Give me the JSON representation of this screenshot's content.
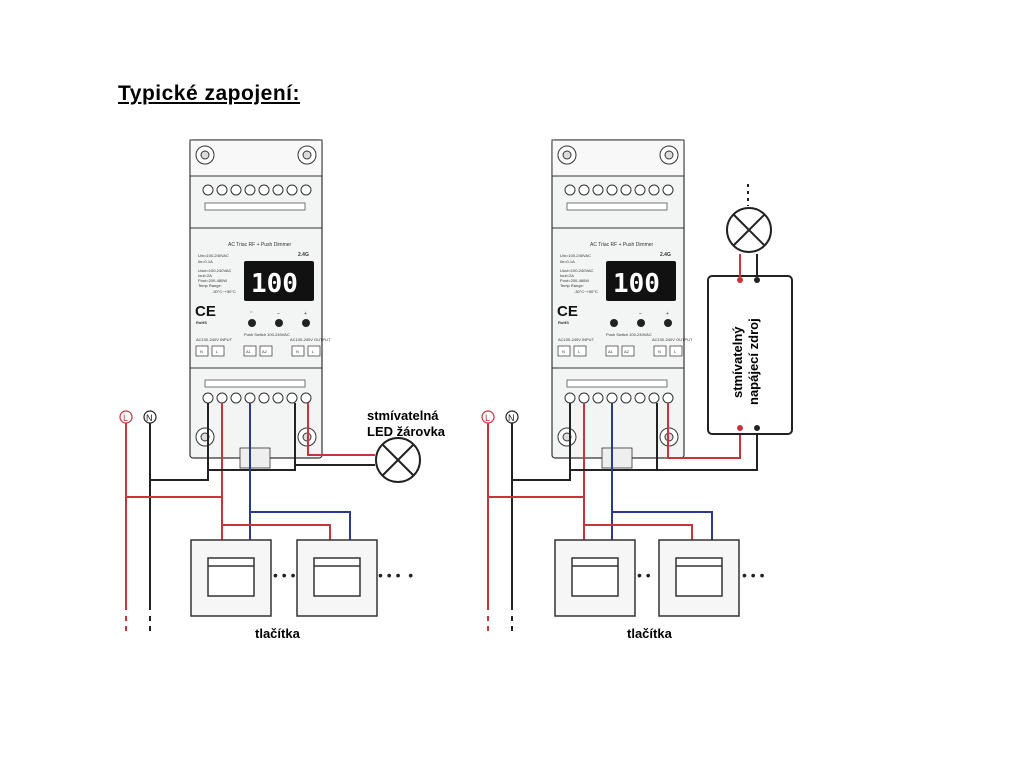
{
  "title": "Typické zapojení:",
  "device": {
    "header": "AC Triac RF + Push Dimmer",
    "rf_badge": "2.4G",
    "specs_1": "Uin=100-240VAC",
    "specs_2": "Iin=0.1A",
    "specs_3": "Uout=100-240VAC",
    "specs_4": "Iout=2A",
    "specs_5": "Pout=200-480W",
    "specs_6": "Temp Range:",
    "specs_7": "-30°C~+50°C",
    "display": "100",
    "ce": "CE",
    "rohs": "RoHS",
    "btn_minus": "–",
    "btn_plus": "+",
    "input_label": "AC100-240V INPUT",
    "push_label": "Push Switch 100-240VAC",
    "output_label": "AC100-240V OUTPUT",
    "t_n": "N",
    "t_l": "L",
    "t_a1": "A1",
    "t_a2": "A2"
  },
  "mains": {
    "live": "L",
    "neutral": "N"
  },
  "left_diagram": {
    "load_label_1": "stmívatelná",
    "load_label_2": "LED žárovka",
    "buttons_label": "tlačítka"
  },
  "right_diagram": {
    "psu_label_1": "stmívatelný",
    "psu_label_2": "napájecí zdroj",
    "buttons_label": "tlačítka"
  },
  "colors": {
    "live": "#c9343c",
    "switched": "#2b3a8f",
    "neutral": "#222222",
    "display_bg": "#111111"
  }
}
